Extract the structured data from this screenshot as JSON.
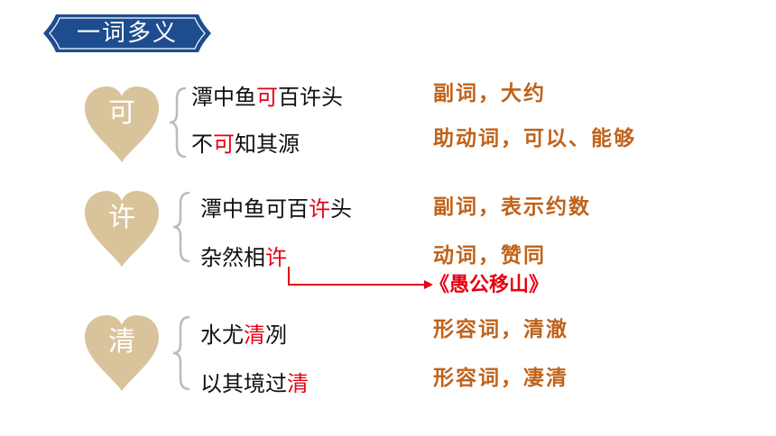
{
  "header": {
    "title": "一词多义"
  },
  "groups": [
    {
      "char": "可",
      "lines": [
        {
          "pre": "潭中鱼",
          "hl": "可",
          "post": "百许头",
          "meaning": "副词，大约"
        },
        {
          "pre": "不",
          "hl": "可",
          "post": "知其源",
          "meaning": "助动词，可以、能够"
        }
      ]
    },
    {
      "char": "许",
      "lines": [
        {
          "pre": "潭中鱼可百",
          "hl": "许",
          "post": "头",
          "meaning": "副词，表示约数"
        },
        {
          "pre": "杂然相",
          "hl": "许",
          "post": "",
          "meaning": "动词，赞同"
        }
      ]
    },
    {
      "char": "清",
      "lines": [
        {
          "pre": "水尤",
          "hl": "清",
          "post": "冽",
          "meaning": "形容词，清澈"
        },
        {
          "pre": "以其境过",
          "hl": "清",
          "post": "",
          "meaning": "形容词，凄清"
        }
      ]
    }
  ],
  "reference": "《愚公移山》",
  "colors": {
    "banner": "#1e4d8f",
    "heart": "#d9c39b",
    "highlight": "#e60012",
    "meaning": "#c0621a"
  }
}
